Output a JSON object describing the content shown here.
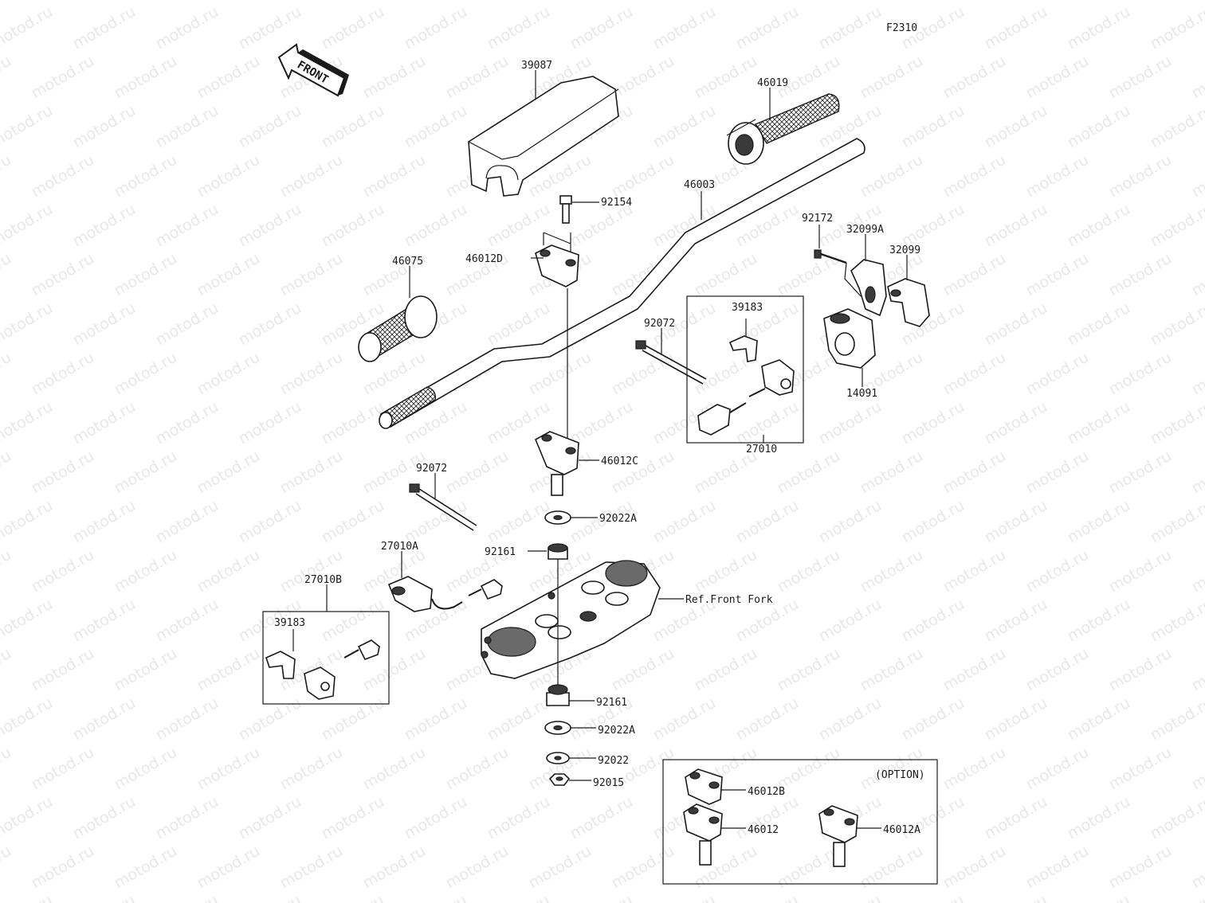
{
  "watermark": "motod.ru",
  "figure_code": "F2310",
  "front_label": "FRONT",
  "option_label": "(OPTION)",
  "parts": {
    "p39087": "39087",
    "p46019": "46019",
    "p46003": "46003",
    "p92154": "92154",
    "p46012D": "46012D",
    "p46075": "46075",
    "p92172": "92172",
    "p32099A": "32099A",
    "p32099": "32099",
    "p92072_top": "92072",
    "p39183_top": "39183",
    "p14091": "14091",
    "p27010": "27010",
    "p46012C": "46012C",
    "p92072_mid": "92072",
    "p92022A_top": "92022A",
    "p92161_top": "92161",
    "p27010A": "27010A",
    "p27010B": "27010B",
    "p39183_low": "39183",
    "ref_front_fork": "Ref.Front Fork",
    "p92161_low": "92161",
    "p92022A_low": "92022A",
    "p92022": "92022",
    "p92015": "92015",
    "p46012B": "46012B",
    "p46012": "46012",
    "p46012A": "46012A"
  }
}
